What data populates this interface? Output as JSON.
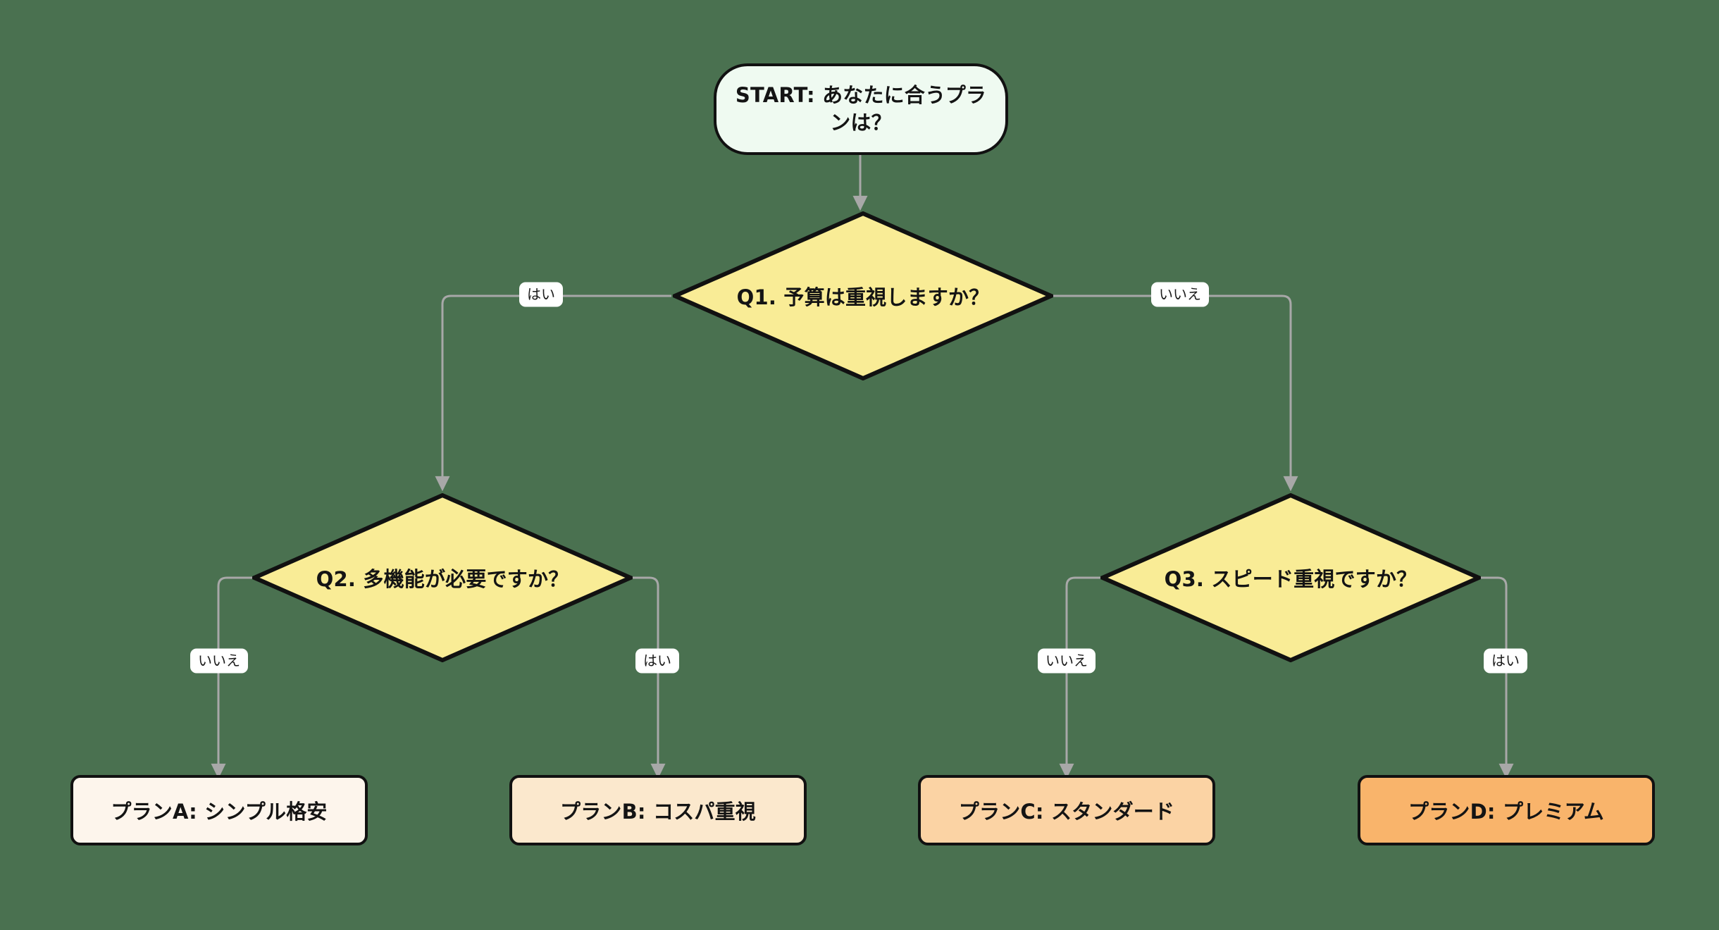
{
  "diagram": {
    "type": "flowchart",
    "orientation": "top-down",
    "background_color": "#4a7150",
    "edge_color": "#a8a8a8",
    "node_border_color": "#111111",
    "nodes": [
      {
        "id": "start",
        "shape": "terminal",
        "label": "START: あなたに合うプランは？",
        "fill": "#effaf1"
      },
      {
        "id": "q1",
        "shape": "decision",
        "label": "Q1. 予算は重視しますか？",
        "fill": "#f9ec96"
      },
      {
        "id": "q2",
        "shape": "decision",
        "label": "Q2. 多機能が必要ですか？",
        "fill": "#f9ec96"
      },
      {
        "id": "q3",
        "shape": "decision",
        "label": "Q3. スピード重視ですか？",
        "fill": "#f9ec96"
      },
      {
        "id": "planA",
        "shape": "result",
        "label": "プランA: シンプル格安",
        "fill": "#fdf5ec"
      },
      {
        "id": "planB",
        "shape": "result",
        "label": "プランB: コスパ重視",
        "fill": "#fbe8cd"
      },
      {
        "id": "planC",
        "shape": "result",
        "label": "プランC: スタンダード",
        "fill": "#fbd3a4"
      },
      {
        "id": "planD",
        "shape": "result",
        "label": "プランD: プレミアム",
        "fill": "#f9b46b"
      }
    ],
    "edges": [
      {
        "id": "e-start-q1",
        "from": "start",
        "to": "q1",
        "label": ""
      },
      {
        "id": "e-q1-q2",
        "from": "q1",
        "to": "q2",
        "label": "はい"
      },
      {
        "id": "e-q1-q3",
        "from": "q1",
        "to": "q3",
        "label": "いいえ"
      },
      {
        "id": "e-q2-planA",
        "from": "q2",
        "to": "planA",
        "label": "いいえ"
      },
      {
        "id": "e-q2-planB",
        "from": "q2",
        "to": "planB",
        "label": "はい"
      },
      {
        "id": "e-q3-planC",
        "from": "q3",
        "to": "planC",
        "label": "いいえ"
      },
      {
        "id": "e-q3-planD",
        "from": "q3",
        "to": "planD",
        "label": "はい"
      }
    ]
  }
}
